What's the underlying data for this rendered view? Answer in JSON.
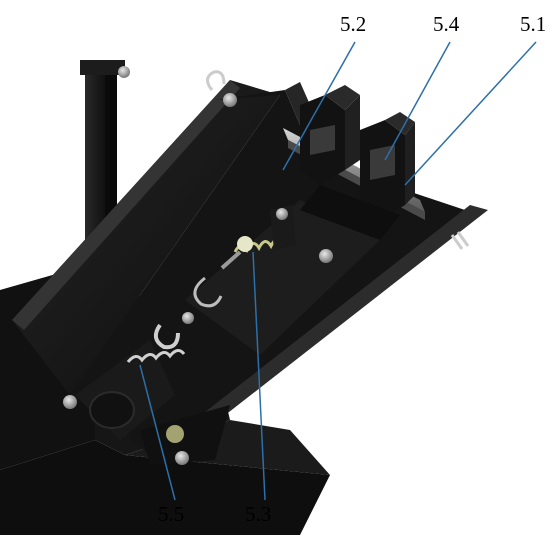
{
  "callouts": {
    "part_5_1": "5.1",
    "part_5_2": "5.2",
    "part_5_3": "5.3",
    "part_5_4": "5.4",
    "part_5_5": "5.5"
  },
  "colors": {
    "frame": "#151515",
    "frame_edge": "#2e2e2e",
    "bracket_face": "#1e1e1e",
    "rail": "#9a9a9a",
    "bolt": "#a8a8a8",
    "spring": "#c8c88a",
    "leader": "#2d6fa8"
  }
}
